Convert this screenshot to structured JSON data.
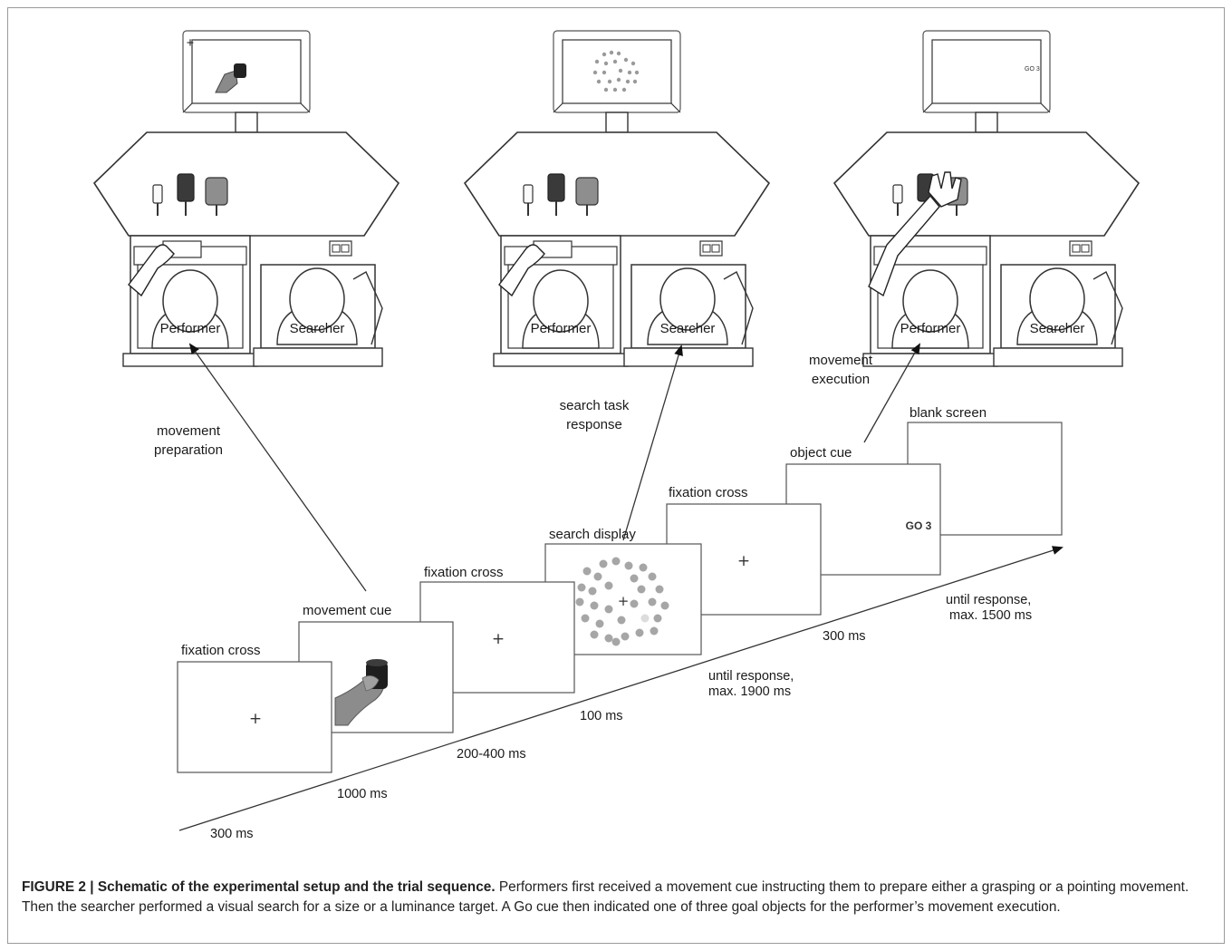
{
  "figure": {
    "labels": {
      "movement_preparation_1": "movement",
      "movement_preparation_2": "preparation",
      "search_response_1": "search task",
      "search_response_2": "response",
      "movement_execution_1": "movement",
      "movement_execution_2": "execution"
    },
    "setup": {
      "performer": "Performer",
      "searcher": "Searcher",
      "go_text": "GO 3"
    },
    "sequence": [
      {
        "label": "fixation cross",
        "symbol": "+",
        "duration": "300 ms"
      },
      {
        "label": "movement cue",
        "symbol": "",
        "duration": "1000 ms"
      },
      {
        "label": "fixation cross",
        "symbol": "+",
        "duration": "200-400 ms"
      },
      {
        "label": "search display",
        "symbol": "+",
        "duration": "100 ms"
      },
      {
        "label": "fixation cross",
        "symbol": "+",
        "duration_1": "until response,",
        "duration_2": "max. 1900 ms"
      },
      {
        "label": "object cue",
        "symbol": "GO 3",
        "duration": "300 ms"
      },
      {
        "label": "blank screen",
        "symbol": "",
        "duration_1": "until response,",
        "duration_2": "max. 1500 ms"
      }
    ]
  },
  "caption": {
    "title": "FIGURE 2 | Schematic of the experimental setup and the trial sequence.",
    "text": " Performers first received a movement cue instructing them to prepare either a grasping or a pointing movement. Then the searcher performed a visual search for a size or a luminance target. A Go cue then indicated one of three goal objects for the performer’s movement execution."
  }
}
